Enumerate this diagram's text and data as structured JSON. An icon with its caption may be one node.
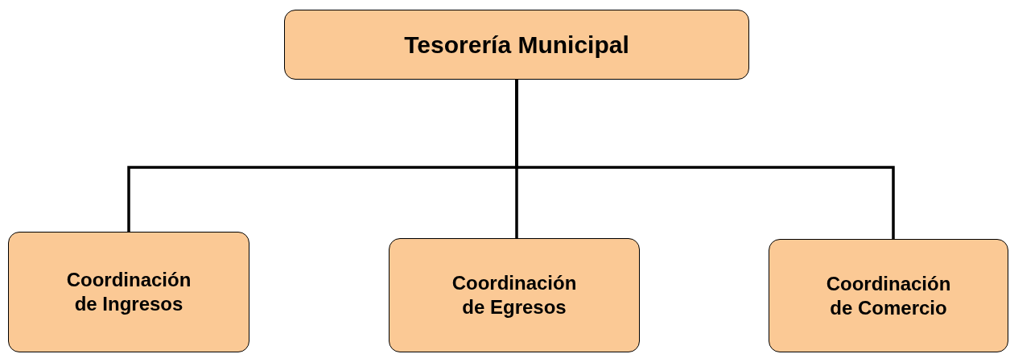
{
  "diagram": {
    "nodes": [
      {
        "text": [
          "Tesorería Municipal"
        ]
      },
      {
        "text": [
          "Coordinación de Ingresos"
        ]
      },
      {
        "text": [
          "Coordinación de Egresos"
        ]
      },
      {
        "text": [
          "Coordinación de Comercio"
        ]
      }
    ],
    "edges": [
      {
        "from": 0,
        "to": 1,
        "arrow": "none"
      },
      {
        "from": 0,
        "to": 2,
        "arrow": "none"
      },
      {
        "from": 0,
        "to": 3,
        "arrow": "none"
      }
    ]
  }
}
